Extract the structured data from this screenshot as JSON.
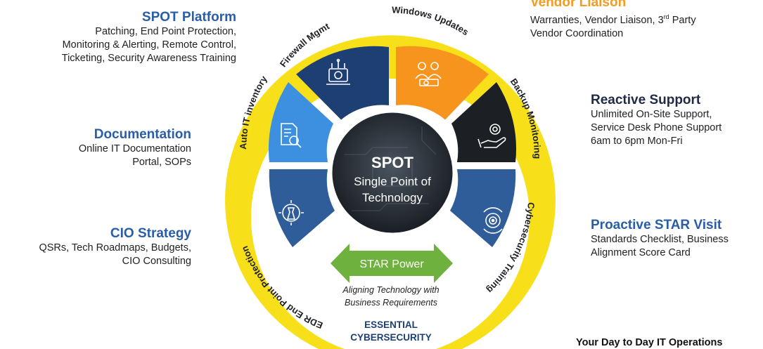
{
  "center": {
    "title": "SPOT",
    "subtitle_line1": "Single Point of",
    "subtitle_line2": "Technology"
  },
  "star": {
    "label": "STAR Power",
    "tagline_line1": "Aligning Technology with",
    "tagline_line2": "Business Requirements"
  },
  "bottom": {
    "line1": "ESSENTIAL",
    "line2": "CYBERSECURITY"
  },
  "ring_labels": {
    "firewall": "Firewall Mgmt",
    "windows": "Windows Updates",
    "backup": "Backup Monitoring",
    "cyber": "Cybersecurity Training",
    "edr": "EDR End Point Protection",
    "inventory": "Auto IT inventory"
  },
  "callouts": {
    "spot_platform": {
      "title": "SPOT Platform",
      "body": "Patching, End Point Protection,\nMonitoring & Alerting, Remote Control,\nTicketing, Security Awareness Training"
    },
    "documentation": {
      "title": "Documentation",
      "body": "Online IT Documentation\nPortal, SOPs"
    },
    "cio_strategy": {
      "title": "CIO Strategy",
      "body": "QSRs, Tech Roadmaps, Budgets,\nCIO Consulting"
    },
    "vendor_liaison": {
      "title": "Vendor Liaison",
      "body_line1": "Warranties, Vendor Liaison, 3",
      "body_sup": "rd",
      "body_line1_end": " Party",
      "body_line2": "Vendor Coordination"
    },
    "reactive_support": {
      "title": "Reactive Support",
      "body": "Unlimited On-Site Support,\nService Desk Phone Support\n6am to 6pm Mon-Fri"
    },
    "proactive_star": {
      "title": "Proactive STAR Visit",
      "body": "Standards Checklist, Business\nAlignment Score Card"
    }
  },
  "footer": "Your Day to Day IT Operations",
  "colors": {
    "ring_yellow": "#f7e01a",
    "navy": "#1e3f73",
    "mid_blue": "#2f5d9a",
    "light_blue": "#3d8fe0",
    "orange": "#f7941d",
    "dark": "#1c1f24",
    "green": "#6fb13f",
    "title_blue": "#2a5da8"
  },
  "icons": {
    "firewall": "laptop-gear-icon",
    "windows": "vendor-people-icon",
    "backup": "hand-gear-icon",
    "cyber": "target-cycle-icon",
    "edr": "chess-gear-icon",
    "inventory": "document-search-icon"
  }
}
